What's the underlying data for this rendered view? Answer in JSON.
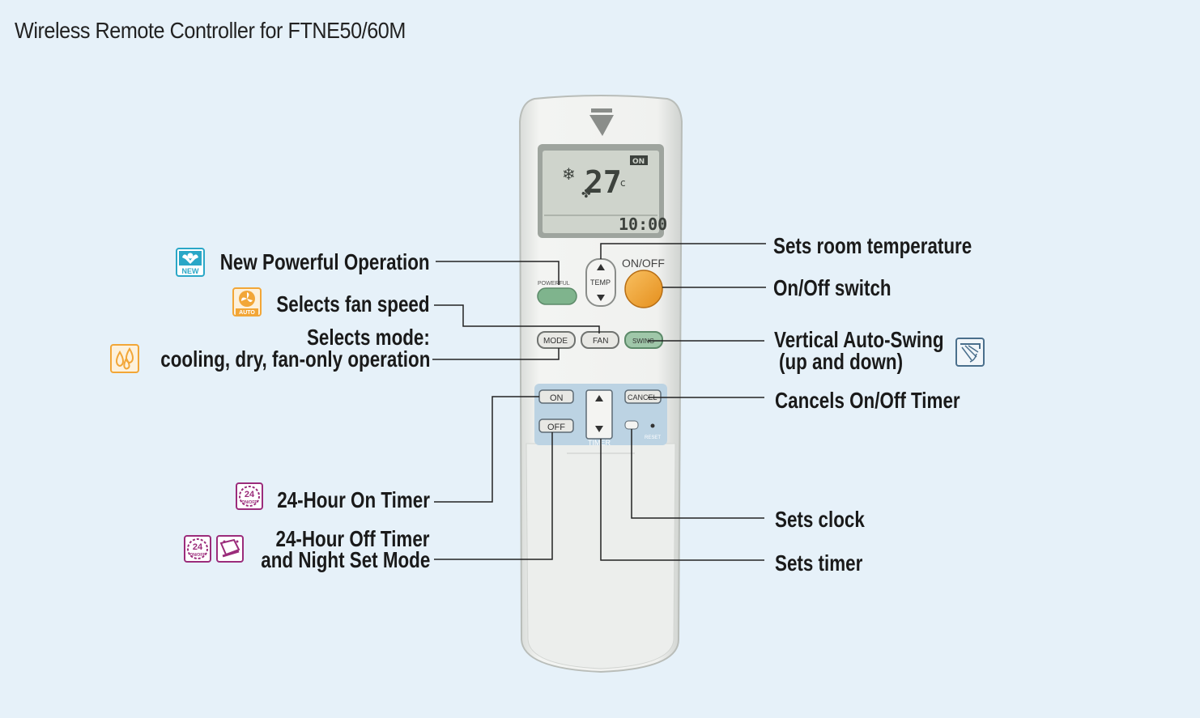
{
  "title": "Wireless Remote Controller for FTNE50/60M",
  "colors": {
    "background": "#e6f1f9",
    "remote_body": "#eef0ee",
    "lcd": "#cfd4cc",
    "onoff_button": "#f2a637",
    "timer_panel": "#bcd3e3",
    "powerful_button": "#7fb48d",
    "icon_teal": "#2aa7c7",
    "icon_orange": "#f2a637",
    "icon_purple": "#9b2c7b"
  },
  "remote": {
    "lcd": {
      "temperature": "27",
      "unit": "c",
      "indicator": "ON",
      "clock": "10:00"
    },
    "buttons": {
      "powerful": "POWERFUL",
      "temp": "TEMP",
      "onoff": "ON/OFF",
      "mode": "MODE",
      "fan": "FAN",
      "swing": "SWING",
      "timer_on": "ON",
      "timer_off": "OFF",
      "cancel": "CANCEL",
      "timer": "TIMER",
      "reset": "RESET"
    }
  },
  "labels": {
    "powerful": "New Powerful Operation",
    "fan_speed": "Selects fan speed",
    "mode_line1": "Selects mode:",
    "mode_line2": "cooling, dry, fan-only operation",
    "on_timer": "24-Hour On Timer",
    "off_timer_line1": "24-Hour Off Timer",
    "off_timer_line2": "and Night Set Mode",
    "room_temp": "Sets room temperature",
    "onoff_switch": "On/Off switch",
    "swing_line1": "Vertical Auto-Swing",
    "swing_line2": "(up and down)",
    "cancel_timer": "Cancels On/Off Timer",
    "sets_clock": "Sets clock",
    "sets_timer": "Sets timer"
  },
  "icons": {
    "new_badge": "NEW",
    "auto_badge": "AUTO",
    "hours": "24",
    "onoff_badge": "ON/OFF"
  }
}
